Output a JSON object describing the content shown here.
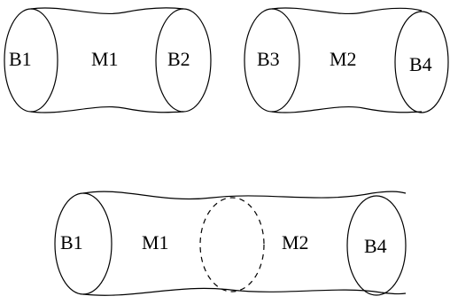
{
  "diagram": {
    "top_left": {
      "left_boundary": "B1",
      "manifold": "M1",
      "right_boundary": "B2"
    },
    "top_right": {
      "left_boundary": "B3",
      "manifold": "M2",
      "right_boundary": "B4"
    },
    "bottom": {
      "left_boundary": "B1",
      "left_manifold": "M1",
      "right_manifold": "M2",
      "right_boundary": "B4"
    }
  }
}
